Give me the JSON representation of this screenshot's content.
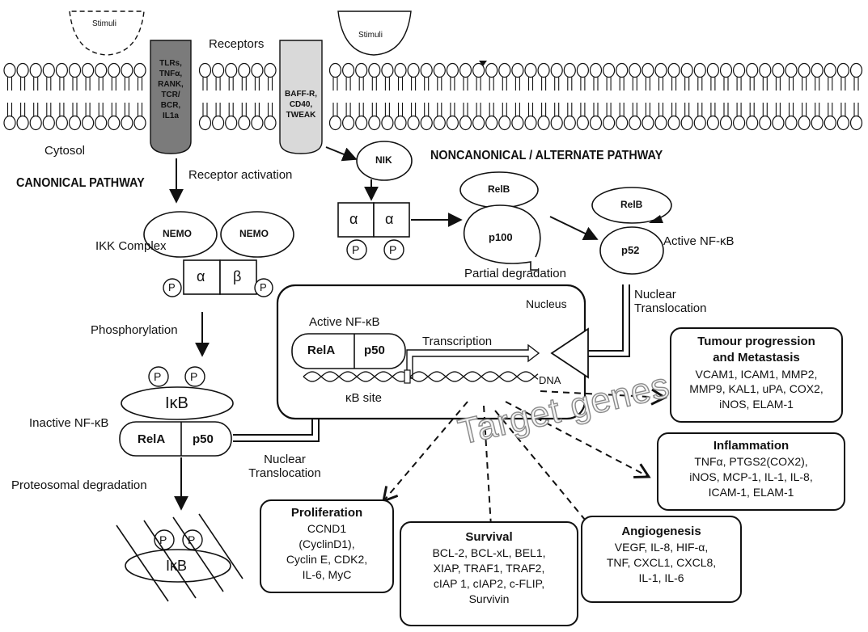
{
  "membrane": {
    "stimuli_left": "Stimuli",
    "stimuli_right": "Stimuli",
    "receptors_label": "Receptors",
    "receptor_canonical": [
      "TLRs,",
      "TNFα,",
      "RANK,",
      "TCR/",
      "BCR,",
      "IL1a"
    ],
    "receptor_noncanonical": [
      "BAFF-R,",
      "CD40,",
      "TWEAK"
    ],
    "cytosol_label": "Cytosol"
  },
  "canonical": {
    "title": "CANONICAL PATHWAY",
    "receptor_activation": "Receptor activation",
    "ikk_complex": "IKK Complex",
    "nemo_left": "NEMO",
    "nemo_right": "NEMO",
    "alpha": "α",
    "beta": "β",
    "p": "P",
    "phosphorylation": "Phosphorylation",
    "ikb": "IκB",
    "inactive_nfkb": "Inactive NF-κB",
    "rela": "RelA",
    "p50": "p50",
    "nuclear_translocation_line1": "Nuclear",
    "nuclear_translocation_line2": "Translocation",
    "proteosomal_degradation": "Proteosomal degradation"
  },
  "noncanonical": {
    "title": "NONCANONICAL / ALTERNATE PATHWAY",
    "nik": "NIK",
    "alpha": "α",
    "relb": "RelB",
    "p100": "p100",
    "partial_degradation": "Partial degradation",
    "p52": "p52",
    "active_nfkb": "Active NF-κB",
    "nuclear_line1": "Nuclear",
    "nuclear_line2": "Translocation"
  },
  "nucleus": {
    "label": "Nucleus",
    "active_nfkb": "Active NF-κB",
    "rela": "RelA",
    "p50": "p50",
    "transcription": "Transcription",
    "dna": "DNA",
    "kb_site": "κB site",
    "target_genes": "Target genes"
  },
  "targets": {
    "tumour": {
      "title_line1": "Tumour progression",
      "title_line2": "and Metastasis",
      "lines": [
        "VCAM1, ICAM1, MMP2,",
        "MMP9, KAL1, uPA, COX2,",
        "iNOS, ELAM-1"
      ]
    },
    "inflammation": {
      "title": "Inflammation",
      "lines": [
        "TNFα, PTGS2(COX2),",
        "iNOS, MCP-1, IL-1, IL-8,",
        "ICAM-1, ELAM-1"
      ]
    },
    "proliferation": {
      "title": "Proliferation",
      "lines": [
        "CCND1",
        "(CyclinD1),",
        "Cyclin E, CDK2,",
        "IL-6, MyC"
      ]
    },
    "survival": {
      "title": "Survival",
      "lines": [
        "BCL-2, BCL-xL, BEL1,",
        "XIAP, TRAF1, TRAF2,",
        "cIAP 1, cIAP2, c-FLIP,",
        "Survivin"
      ]
    },
    "angiogenesis": {
      "title": "Angiogenesis",
      "lines": [
        "VEGF, IL-8, HIF-α,",
        "TNF, CXCL1, CXCL8,",
        "IL-1, IL-6"
      ]
    }
  },
  "colors": {
    "receptor_canonical": "#7b7b7b",
    "receptor_noncanonical": "#d9d9d9",
    "line": "#111111",
    "target_genes_stroke": "#8a8a8a"
  }
}
